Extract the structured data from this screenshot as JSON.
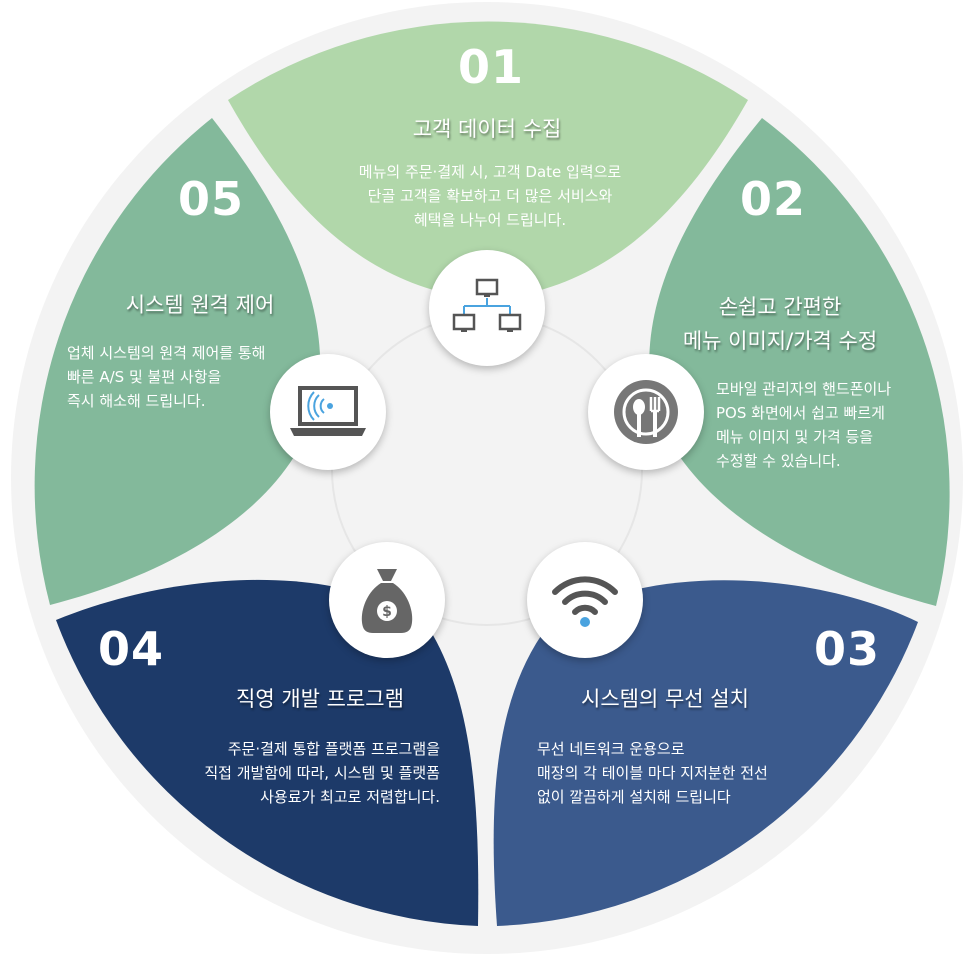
{
  "segments": [
    {
      "number": "01",
      "title": "고객 데이터 수집",
      "desc": [
        "메뉴의 주문·결제 시, 고객 Date 입력으로",
        "단골 고객을 확보하고 더 많은 서비스와",
        "혜택을 나누어 드립니다."
      ],
      "icon": "network-computers-icon",
      "color": "#b1d7aa"
    },
    {
      "number": "02",
      "title": [
        "손쉽고 간편한",
        "메뉴 이미지/가격 수정"
      ],
      "desc": [
        "모바일 관리자의 핸드폰이나",
        "POS 화면에서 쉽고 빠르게",
        "메뉴 이미지 및 가격 등을",
        "수정할 수 있습니다."
      ],
      "icon": "plate-cutlery-icon",
      "color": "#83b99b"
    },
    {
      "number": "03",
      "title": "시스템의 무선 설치",
      "desc": [
        "무선 네트워크 운용으로",
        "매장의 각 테이블 마다 지저분한 전선",
        "없이 깔끔하게 설치해 드립니다"
      ],
      "icon": "wifi-icon",
      "color": "#3b5a8d"
    },
    {
      "number": "04",
      "title": "직영 개발 프로그램",
      "desc": [
        "주문·결제 통합 플랫폼 프로그램을",
        "직접 개발함에 따라, 시스템 및 플랫폼",
        "사용료가 최고로 저렴합니다."
      ],
      "icon": "money-bag-icon",
      "color": "#1d3a69"
    },
    {
      "number": "05",
      "title": "시스템 원격 제어",
      "desc": [
        "업체 시스템의 원격 제어를 통해",
        "빠른 A/S 및 불편 사항을",
        "즉시 해소해 드립니다."
      ],
      "icon": "laptop-wireless-icon",
      "color": "#83b99b"
    }
  ]
}
